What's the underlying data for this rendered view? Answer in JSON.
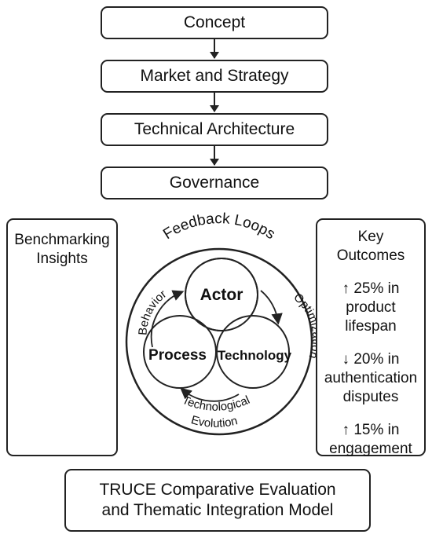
{
  "steps": [
    "Concept",
    "Market and Strategy",
    "Technical Architecture",
    "Governance"
  ],
  "left_panel": {
    "title_line1": "Benchmarking",
    "title_line2": "Insights"
  },
  "center": {
    "arc_title": "Feedback Loops",
    "circles": {
      "top": "Actor",
      "left": "Process",
      "right": "Technology"
    },
    "arrow_labels": {
      "left": "Behavior",
      "right": "Optimization",
      "bottom_line1": "Technological",
      "bottom_line2": "Evolution"
    }
  },
  "right_panel": {
    "title_line1": "Key",
    "title_line2": "Outcomes",
    "items": [
      {
        "line1": "↑ 25% in",
        "line2": "product",
        "line3": "lifespan"
      },
      {
        "line1": "↓ 20% in",
        "line2": "authentication",
        "line3": "disputes"
      },
      {
        "line1": "↑ 15% in",
        "line2": "engagement"
      }
    ]
  },
  "bottom": {
    "line1": "TRUCE Comparative Evaluation",
    "line2": "and Thematic Integration Model"
  }
}
